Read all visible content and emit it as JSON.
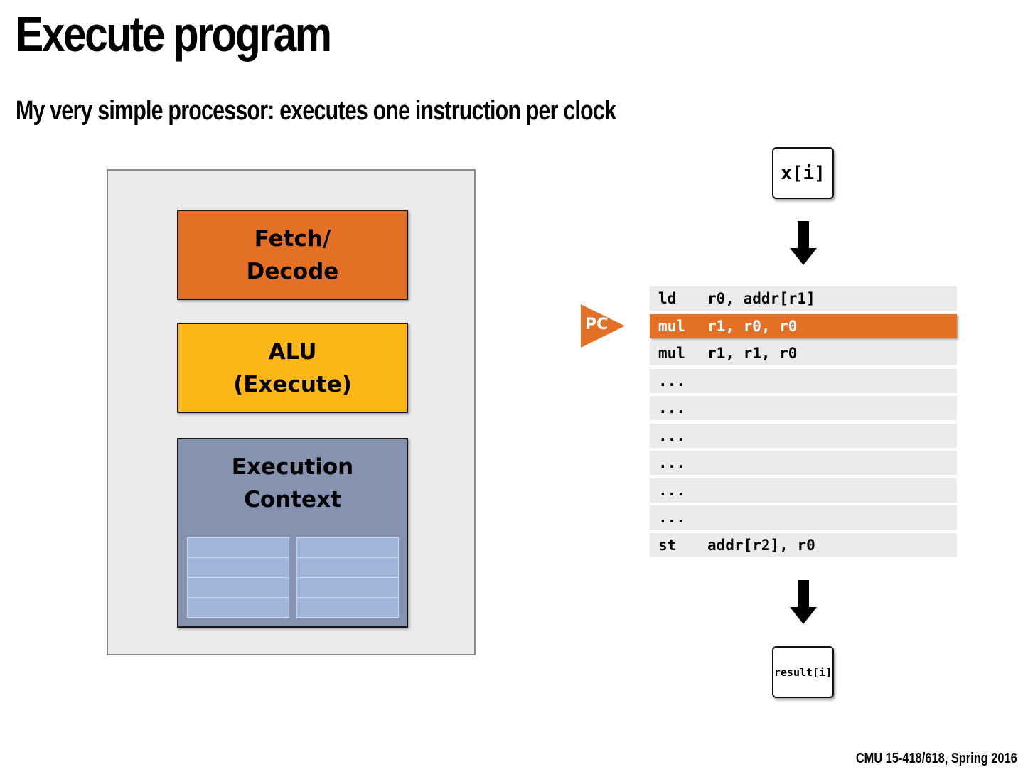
{
  "slide": {
    "title": "Execute program",
    "subtitle": "My very simple processor: executes one instruction per clock",
    "footer": "CMU 15-418/618, Spring 2016"
  },
  "processor": {
    "fetch_decode": [
      "Fetch/",
      "Decode"
    ],
    "alu": [
      "ALU",
      "(Execute)"
    ],
    "execution_context": [
      "Execution",
      "Context"
    ]
  },
  "io": {
    "input": "x[i]",
    "output": "result[i]"
  },
  "pc": {
    "label": "PC",
    "active_row_index": 1
  },
  "program": [
    {
      "op": "ld",
      "args": "r0, addr[r1]"
    },
    {
      "op": "mul",
      "args": "r1, r0, r0"
    },
    {
      "op": "mul",
      "args": "r1, r1, r0"
    },
    {
      "op": "...",
      "args": ""
    },
    {
      "op": "...",
      "args": ""
    },
    {
      "op": "...",
      "args": ""
    },
    {
      "op": "...",
      "args": ""
    },
    {
      "op": "...",
      "args": ""
    },
    {
      "op": "...",
      "args": ""
    },
    {
      "op": "st",
      "args": "addr[r2], r0"
    }
  ],
  "colors": {
    "fetch_decode": "#e37025",
    "alu": "#fdb719",
    "execution_context": "#8593b1",
    "register": "#a1b4da",
    "pc_arrow": "#e37025",
    "highlight_row": "#e37025"
  }
}
